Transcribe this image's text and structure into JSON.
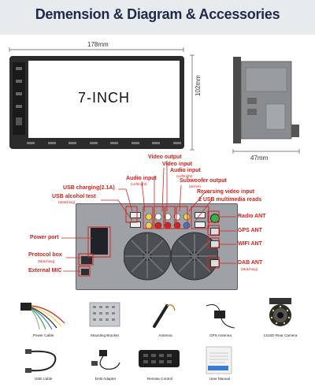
{
  "banner": {
    "title": "Demension & Diagram & Accessories"
  },
  "dimensions": {
    "width": "178mm",
    "height": "102mm",
    "depth": "47mm"
  },
  "screen": {
    "size_label": "7-INCH"
  },
  "callouts": {
    "video_output": "Video output",
    "video_input": "Video input",
    "audio_input_right": "Audio input",
    "audio_input_right_sub": "(Left/right)",
    "audio_input_left": "Audio input",
    "audio_input_left_sub": "(Left/right)",
    "subwoofer_output": "Subwoofer output",
    "subwoofer_output_sub": "(active)",
    "usb_charging": "USB charging(2.1A)",
    "reversing_video_input": "Reversing video input",
    "usb_alcohol_test": "USB alcohol test",
    "usb_alcohol_test_sub": "(Matching)",
    "usb_multimedia_reads": "2 USB multimedia reads",
    "radio_ant": "Radio ANT",
    "gps_ant": "GPS ANT",
    "power_port": "Power port",
    "wifi_ant": "WIFI ANT",
    "protocol_box": "Protocol box",
    "protocol_box_sub": "(Matching)",
    "dab_ant": "DAB ANT",
    "dab_ant_sub": "(Matching)",
    "external_mic": "External MIC"
  },
  "accessories": [
    {
      "label": "Power Cable"
    },
    {
      "label": "Mounting Bracket"
    },
    {
      "label": "Antenna"
    },
    {
      "label": "GPS Antenna"
    },
    {
      "label": "12LED Rear Camera"
    },
    {
      "label": "USB Cable"
    },
    {
      "label": "DAB Adapter"
    },
    {
      "label": "Remote Control"
    },
    {
      "label": "User Manual"
    }
  ],
  "colors": {
    "accent": "#d9201c",
    "title": "#1d2b4a",
    "banner_bg": "#e8ebee"
  }
}
